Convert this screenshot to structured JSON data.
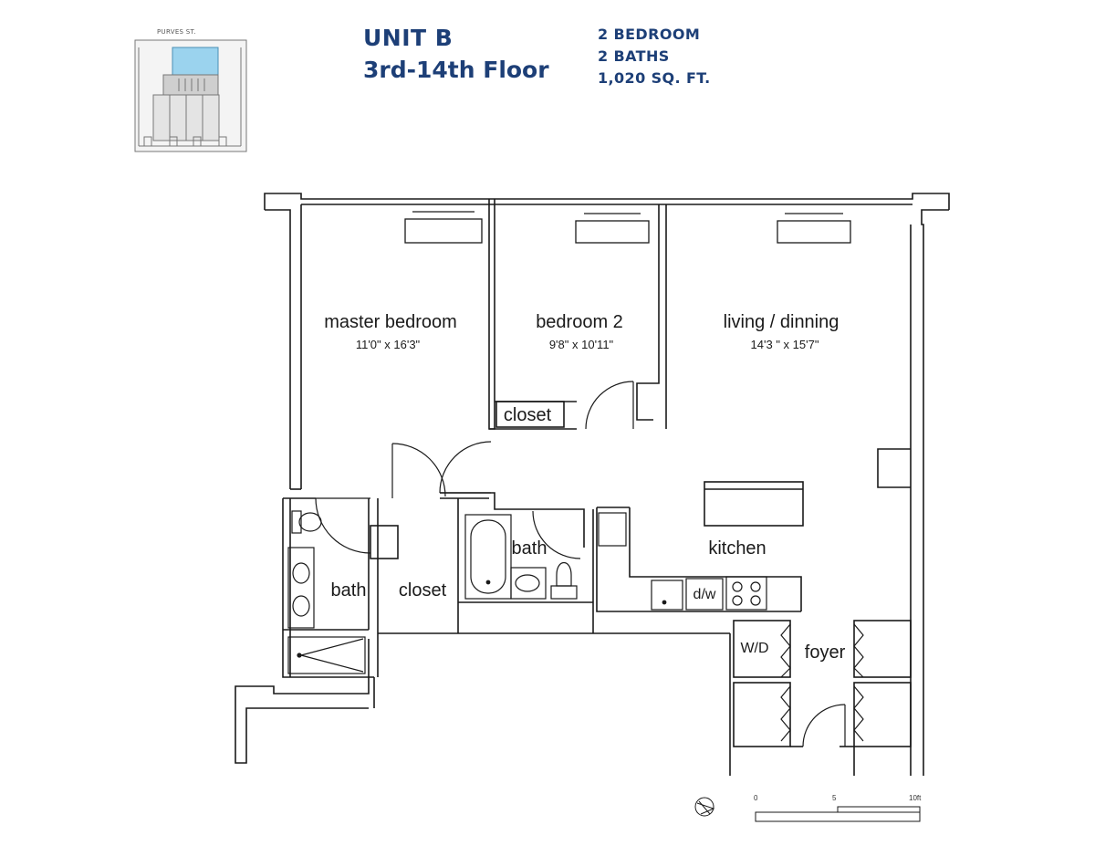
{
  "header": {
    "unit": "UNIT  B",
    "floors": "3rd-14th Floor",
    "bedrooms": "2 BEDROOM",
    "baths": "2 BATHS",
    "area": "1,020 SQ. FT."
  },
  "key_plan": {
    "street": "PURVES ST.",
    "highlight_color": "#9bd3ee"
  },
  "rooms": {
    "master_bedroom": {
      "name": "master bedroom",
      "dims": "11'0\" x 16'3\""
    },
    "bedroom2": {
      "name": "bedroom 2",
      "dims": "9'8\" x 10'11\""
    },
    "living": {
      "name": "living / dinning",
      "dims": "14'3 \" x 15'7\""
    },
    "closet_small": "closet",
    "bath_left": "bath",
    "closet_left": "closet",
    "bath_center": "bath",
    "kitchen": "kitchen",
    "dw": "d/w",
    "wd": "W/D",
    "foyer": "foyer"
  },
  "scale": {
    "tick0": "0",
    "tick5": "5",
    "tick10": "10ft"
  },
  "colors": {
    "title": "#1d3f77",
    "wall": "#1a1a1a"
  }
}
